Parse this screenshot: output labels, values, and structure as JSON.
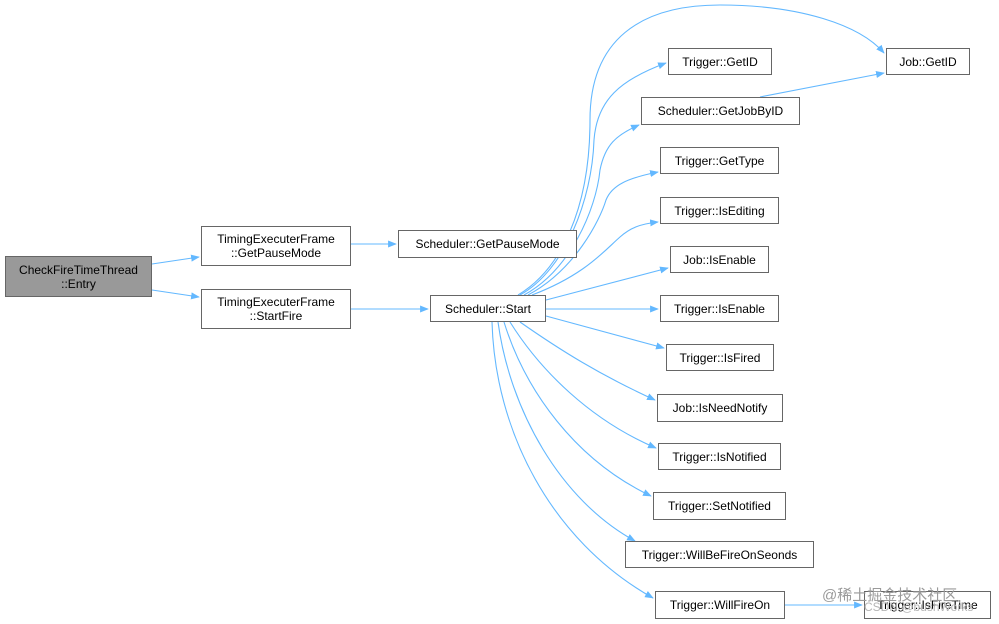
{
  "diagram": {
    "nodes": [
      {
        "id": "entry",
        "label": "CheckFireTimeThread\n::Entry",
        "root": true
      },
      {
        "id": "getpause",
        "label": "TimingExecuterFrame\n::GetPauseMode"
      },
      {
        "id": "startfire",
        "label": "TimingExecuterFrame\n::StartFire"
      },
      {
        "id": "schedpause",
        "label": "Scheduler::GetPauseMode"
      },
      {
        "id": "schedstart",
        "label": "Scheduler::Start"
      },
      {
        "id": "trig_getid",
        "label": "Trigger::GetID"
      },
      {
        "id": "job_getid",
        "label": "Job::GetID"
      },
      {
        "id": "getjob",
        "label": "Scheduler::GetJobByID"
      },
      {
        "id": "gettype",
        "label": "Trigger::GetType"
      },
      {
        "id": "isediting",
        "label": "Trigger::IsEditing"
      },
      {
        "id": "job_isenable",
        "label": "Job::IsEnable"
      },
      {
        "id": "trig_isenable",
        "label": "Trigger::IsEnable"
      },
      {
        "id": "isfired",
        "label": "Trigger::IsFired"
      },
      {
        "id": "isneednotify",
        "label": "Job::IsNeedNotify"
      },
      {
        "id": "isnotified",
        "label": "Trigger::IsNotified"
      },
      {
        "id": "setnotified",
        "label": "Trigger::SetNotified"
      },
      {
        "id": "willbefire",
        "label": "Trigger::WillBeFireOnSeonds"
      },
      {
        "id": "willfireon",
        "label": "Trigger::WillFireOn"
      },
      {
        "id": "isfiretime",
        "label": "Trigger::IsFireTime"
      }
    ],
    "edges": [
      [
        "entry",
        "getpause"
      ],
      [
        "entry",
        "startfire"
      ],
      [
        "getpause",
        "schedpause"
      ],
      [
        "startfire",
        "schedstart"
      ],
      [
        "schedstart",
        "job_getid"
      ],
      [
        "schedstart",
        "trig_getid"
      ],
      [
        "schedstart",
        "getjob"
      ],
      [
        "schedstart",
        "gettype"
      ],
      [
        "schedstart",
        "isediting"
      ],
      [
        "schedstart",
        "job_isenable"
      ],
      [
        "schedstart",
        "trig_isenable"
      ],
      [
        "schedstart",
        "isfired"
      ],
      [
        "schedstart",
        "isneednotify"
      ],
      [
        "schedstart",
        "isnotified"
      ],
      [
        "schedstart",
        "setnotified"
      ],
      [
        "schedstart",
        "willbefire"
      ],
      [
        "schedstart",
        "willfireon"
      ],
      [
        "getjob",
        "job_getid"
      ],
      [
        "willfireon",
        "isfiretime"
      ]
    ],
    "colors": {
      "edge": "#63b8ff",
      "root_fill": "#999999",
      "node_border": "#666666"
    }
  },
  "watermark": {
    "text": "@稀土掘金技术社区",
    "subtext": "CSDN @bushWorks"
  }
}
